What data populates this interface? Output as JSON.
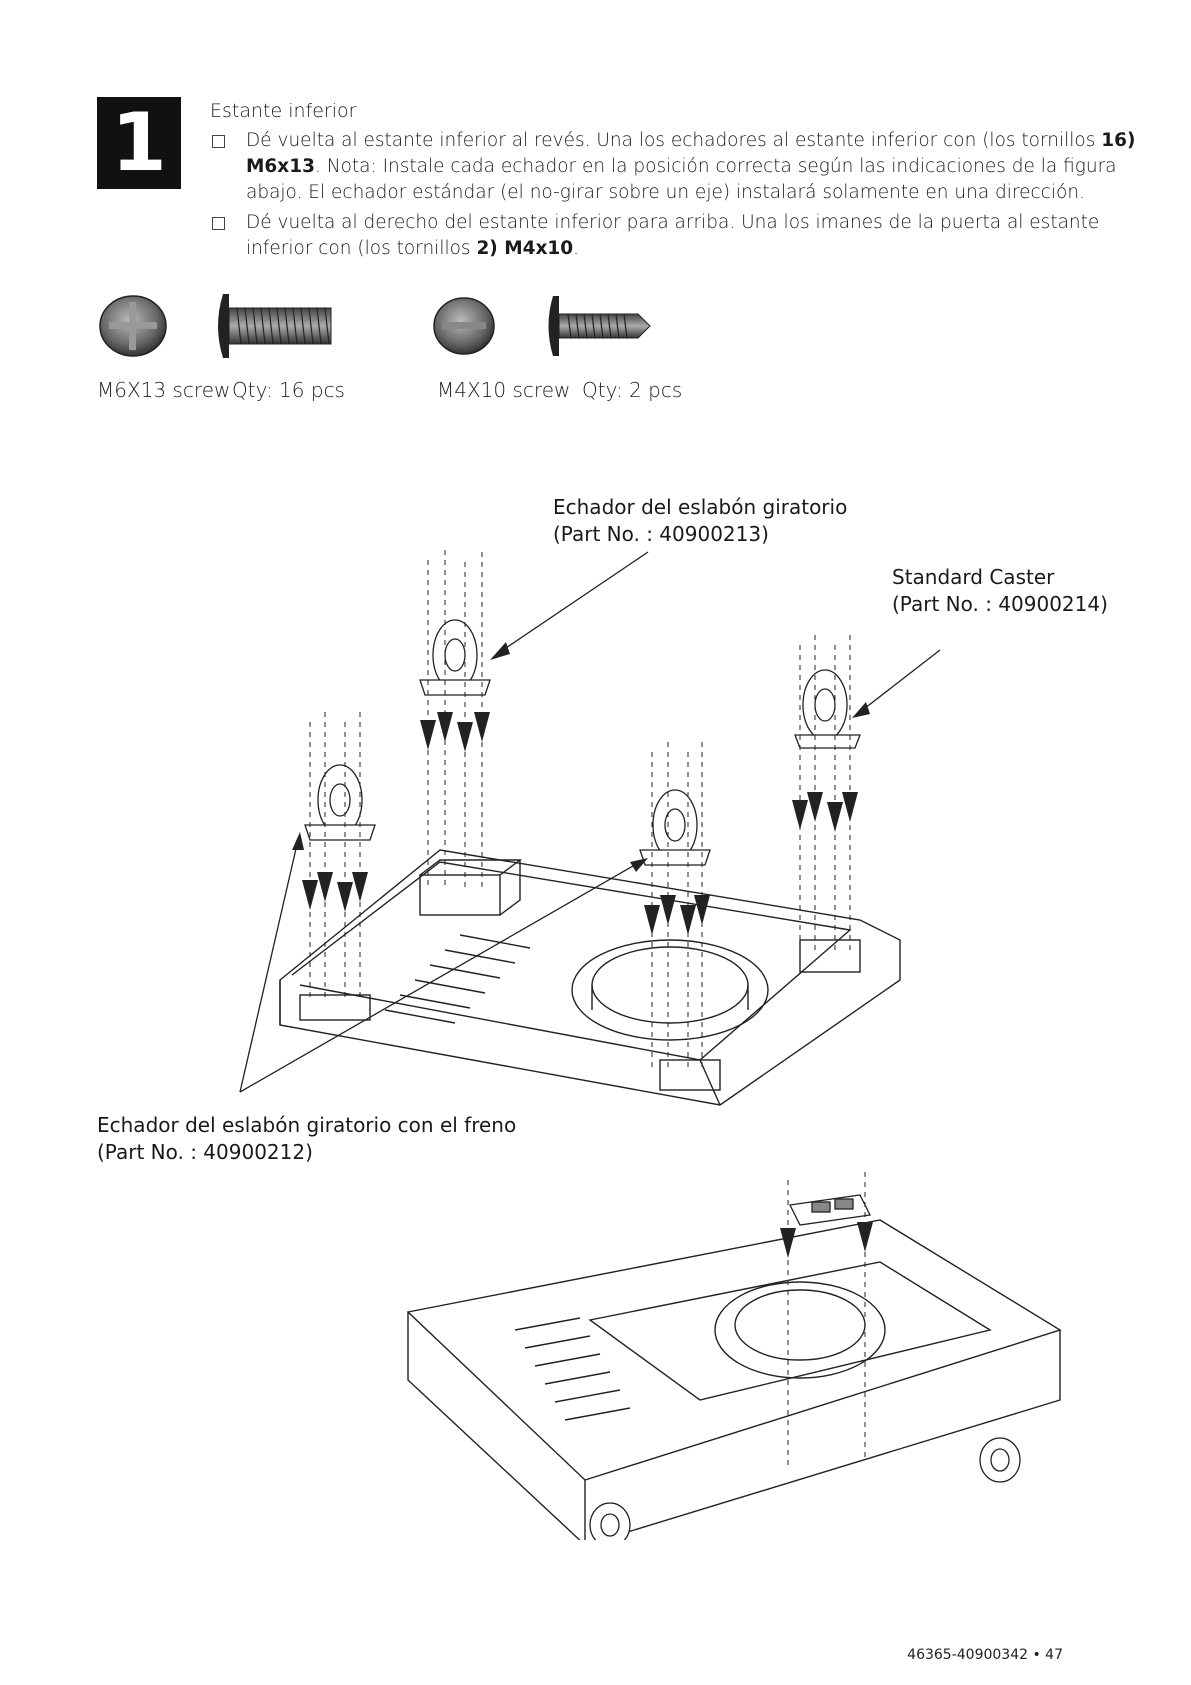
{
  "step": {
    "number": "1"
  },
  "instructions": {
    "title": "Estante inferior",
    "bullets": [
      {
        "text_a": "Dé vuelta al estante inferior al revés. Una los echadores al estante inferior con (los tornillos ",
        "bold_a": "16) M6x13",
        "text_b": ". Nota: Instale cada echador en la posición correcta según las indicaciones de la figura abajo. El echador estándar (el no-girar sobre un eje) instalará solamente en una dirección."
      },
      {
        "text_a": "Dé vuelta al derecho del estante inferior para arriba. Una los imanes de la puerta al estante inferior con (los tornillos ",
        "bold_a": "2) M4x10",
        "text_b": "."
      }
    ]
  },
  "hardware": [
    {
      "name": "M6X13 screw",
      "qty": "Qty: 16 pcs",
      "icon": "m6x13-screw-icon"
    },
    {
      "name": "M4X10 screw",
      "qty": "Qty: 2 pcs",
      "icon": "m4x10-screw-icon"
    }
  ],
  "callouts": {
    "swivel": {
      "line1": "Echador del eslabón giratorio",
      "line2": "(Part No. : 40900213)"
    },
    "standard": {
      "line1": "Standard Caster",
      "line2": "(Part No. : 40900214)"
    },
    "brake": {
      "line1": "Echador del eslabón giratorio con el freno",
      "line2": "(Part No. : 40900212)"
    }
  },
  "footer": {
    "page": "46365-40900342 • 47"
  }
}
